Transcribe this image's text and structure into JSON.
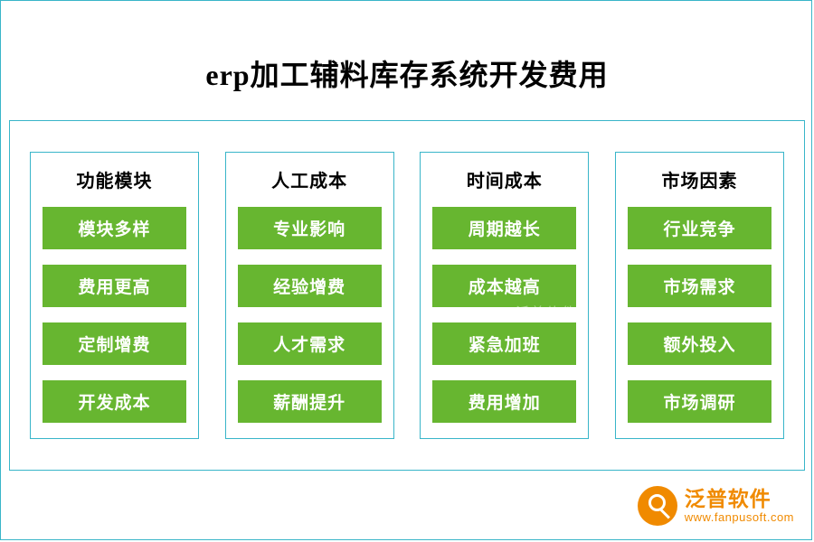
{
  "page": {
    "title": "erp加工辅料库存系统开发费用",
    "accent_color": "#39b5c9",
    "item_color": "#67b630",
    "watermark": "泛普软件"
  },
  "columns": [
    {
      "header": "功能模块",
      "items": [
        "模块多样",
        "费用更高",
        "定制增费",
        "开发成本"
      ]
    },
    {
      "header": "人工成本",
      "items": [
        "专业影响",
        "经验增费",
        "人才需求",
        "薪酬提升"
      ]
    },
    {
      "header": "时间成本",
      "items": [
        "周期越长",
        "成本越高",
        "紧急加班",
        "费用增加"
      ]
    },
    {
      "header": "市场因素",
      "items": [
        "行业竞争",
        "市场需求",
        "额外投入",
        "市场调研"
      ]
    }
  ],
  "logo": {
    "name": "泛普软件",
    "url": "www.fanpusoft.com",
    "color": "#f08a00"
  }
}
